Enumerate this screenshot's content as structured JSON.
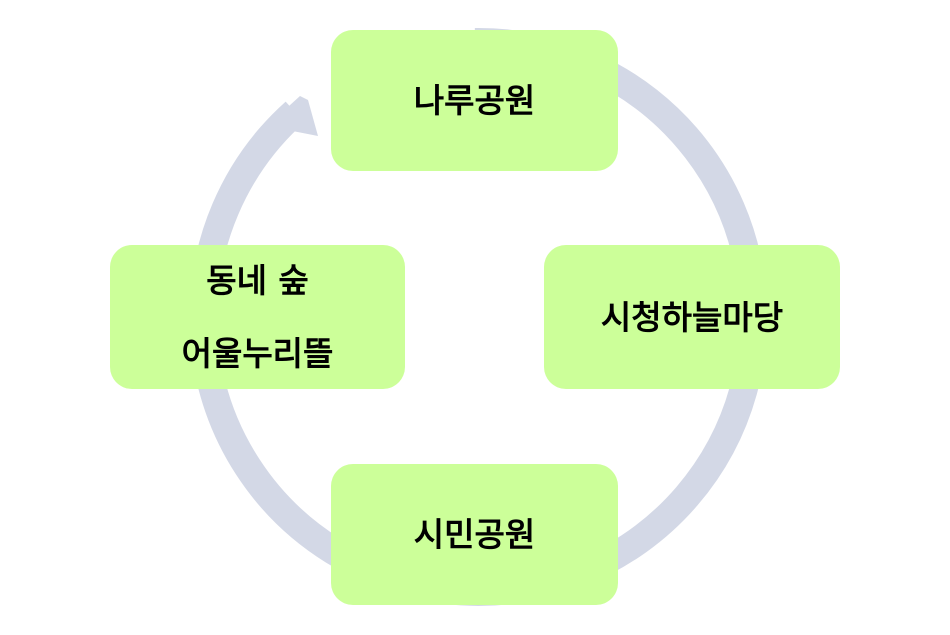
{
  "diagram": {
    "type": "cycle",
    "colors": {
      "arrow": "#D3D8E6",
      "node_fill": "#CCFF99",
      "text": "#000000"
    },
    "nodes": [
      {
        "id": "top",
        "lines": [
          "나루공원"
        ]
      },
      {
        "id": "right",
        "lines": [
          "시청하늘마당"
        ]
      },
      {
        "id": "bottom",
        "lines": [
          "시민공원"
        ]
      },
      {
        "id": "left",
        "lines": [
          "동네 숲",
          "어울누리뜰"
        ]
      }
    ]
  }
}
